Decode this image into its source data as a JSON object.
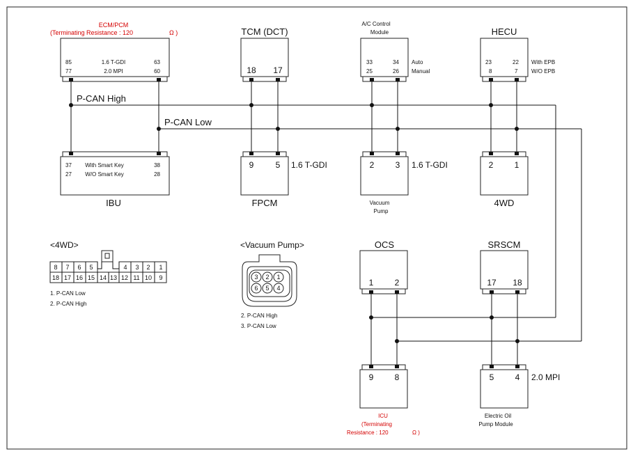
{
  "bus": {
    "high": "P-CAN High",
    "low": "P-CAN Low"
  },
  "ecm": {
    "title_line1": "ECM/PCM",
    "title_line2": "(Terminating Resistance : 120",
    "title_ohm": "Ω )",
    "r1_pin_a": "85",
    "r1_label": "1.6 T-GDI",
    "r1_pin_b": "63",
    "r2_pin_a": "77",
    "r2_label": "2.0 MPI",
    "r2_pin_b": "60"
  },
  "tcm": {
    "title": "TCM (DCT)",
    "pin_a": "18",
    "pin_b": "17"
  },
  "ac": {
    "title_line1": "A/C Control",
    "title_line2": "Module",
    "r1_pin_a": "33",
    "r1_pin_b": "34",
    "r1_label": "Auto",
    "r2_pin_a": "25",
    "r2_pin_b": "26",
    "r2_label": "Manual"
  },
  "hecu": {
    "title": "HECU",
    "r1_pin_a": "23",
    "r1_pin_b": "22",
    "r1_label": "With EPB",
    "r2_pin_a": "8",
    "r2_pin_b": "7",
    "r2_label": "W/O EPB"
  },
  "ibu": {
    "title": "IBU",
    "r1_pin_a": "37",
    "r1_label": "With Smart Key",
    "r1_pin_b": "38",
    "r2_pin_a": "27",
    "r2_label": "W/O Smart Key",
    "r2_pin_b": "28"
  },
  "fpcm": {
    "title": "FPCM",
    "pin_a": "9",
    "pin_b": "5",
    "side": "1.6 T-GDI"
  },
  "vacuum": {
    "title_line1": "Vacuum",
    "title_line2": "Pump",
    "pin_a": "2",
    "pin_b": "3",
    "side": "1.6 T-GDI"
  },
  "fwd": {
    "title": "4WD",
    "pin_a": "2",
    "pin_b": "1"
  },
  "ocs": {
    "title": "OCS",
    "pin_a": "1",
    "pin_b": "2"
  },
  "srscm": {
    "title": "SRSCM",
    "pin_a": "17",
    "pin_b": "18"
  },
  "icu": {
    "title_line1": "ICU",
    "title_line2": "(Terminating",
    "title_line3": "Resistance : 120",
    "title_ohm": "Ω )",
    "pin_a": "9",
    "pin_b": "8"
  },
  "eop": {
    "title_line1": "Electric Oil",
    "title_line2": "Pump Module",
    "pin_a": "5",
    "pin_b": "4",
    "side": "2.0 MPI"
  },
  "conn4wd": {
    "title": "<4WD>",
    "top_left": [
      "8",
      "7",
      "6",
      "5"
    ],
    "top_right": [
      "4",
      "3",
      "2",
      "1"
    ],
    "bottom": [
      "18",
      "17",
      "16",
      "15",
      "14",
      "13",
      "12",
      "11",
      "10",
      "9"
    ],
    "legend1": "1. P-CAN Low",
    "legend2": "2. P-CAN High"
  },
  "connvac": {
    "title": "<Vacuum Pump>",
    "pins": [
      "3",
      "2",
      "1",
      "6",
      "5",
      "4"
    ],
    "legend1": "2. P-CAN High",
    "legend2": "3. P-CAN Low"
  },
  "colors": {
    "terminating_label": "#d40000",
    "line": "#111111"
  }
}
